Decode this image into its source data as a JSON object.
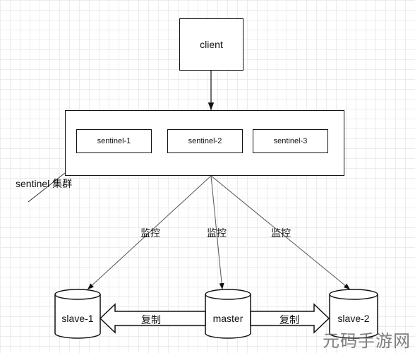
{
  "client": {
    "label": "client"
  },
  "sentinel_cluster": {
    "label": "sentinel 集群",
    "nodes": [
      {
        "label": "sentinel-1"
      },
      {
        "label": "sentinel-2"
      },
      {
        "label": "sentinel-3"
      }
    ]
  },
  "monitor_labels": [
    "监控",
    "监控",
    "监控"
  ],
  "nodes": {
    "slave1": "slave-1",
    "master": "master",
    "slave2": "slave-2"
  },
  "replication_labels": [
    "复制",
    "复制"
  ],
  "watermark": "元码手游网",
  "colors": {
    "line": "#111111",
    "grid": "#ececec"
  }
}
